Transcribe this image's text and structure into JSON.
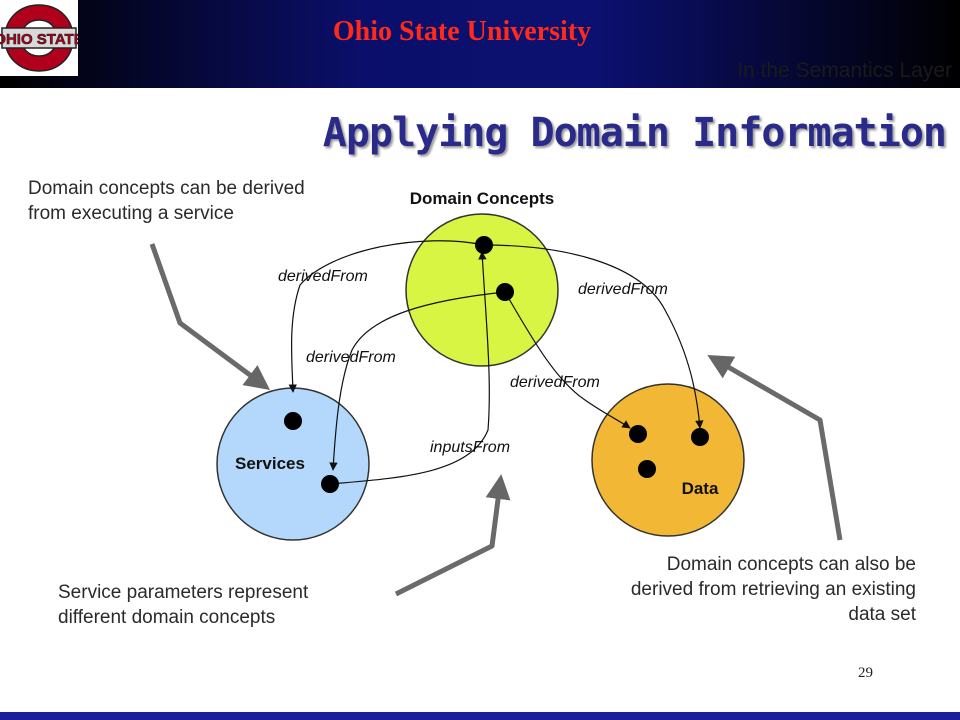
{
  "header": {
    "university": "Ohio State University",
    "logo_text": "OHIO STATE",
    "subtitle": "In the Semantics Layer"
  },
  "slide": {
    "title": "Applying Domain Information",
    "number": "29"
  },
  "notes": {
    "derived_service": [
      "Domain concepts can be derived",
      "from executing a service"
    ],
    "service_params": [
      "Service parameters represent",
      "different domain concepts"
    ],
    "derived_data": [
      "Domain concepts can also be",
      "derived from retrieving an existing",
      "data set"
    ]
  },
  "diagram": {
    "nodes": {
      "domain": "Domain Concepts",
      "services": "Services",
      "data": "Data"
    },
    "edges": {
      "derived_top_left": "derivedFrom",
      "derived_top_right": "derivedFrom",
      "derived_mid_left": "derivedFrom",
      "derived_mid_right": "derivedFrom",
      "inputs": "inputsFrom"
    }
  },
  "colors": {
    "domain_fill": "#d7f542",
    "services_fill": "#b3d8fb",
    "data_fill": "#f2b835",
    "title": "#2a2a8a",
    "university": "#ff2a1a",
    "header_bg": "#0b0f6b"
  }
}
